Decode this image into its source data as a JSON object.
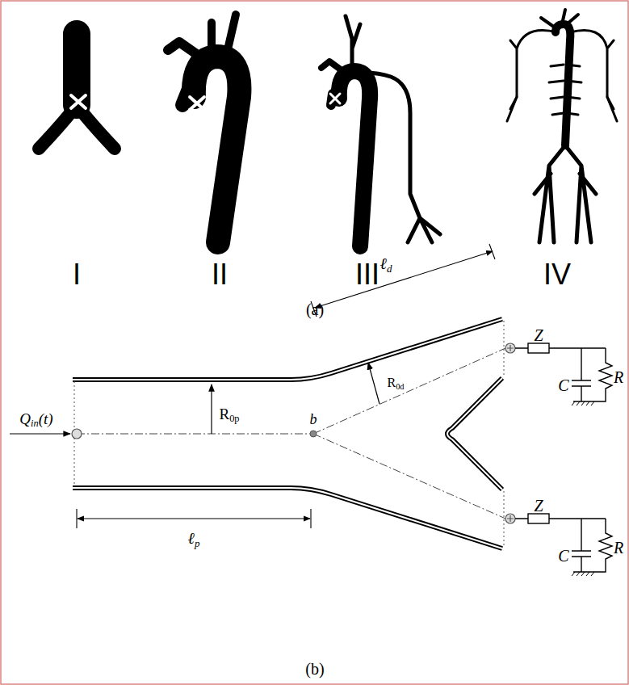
{
  "diagram": {
    "labels": [
      "I",
      "II",
      "III",
      "IV",
      "(a)",
      "Qin(t)",
      "R0p",
      "b",
      "ℓp",
      "ℓd",
      "R0d",
      "Z",
      "C",
      "R",
      "Z",
      "C",
      "R",
      "(b)"
    ]
  }
}
